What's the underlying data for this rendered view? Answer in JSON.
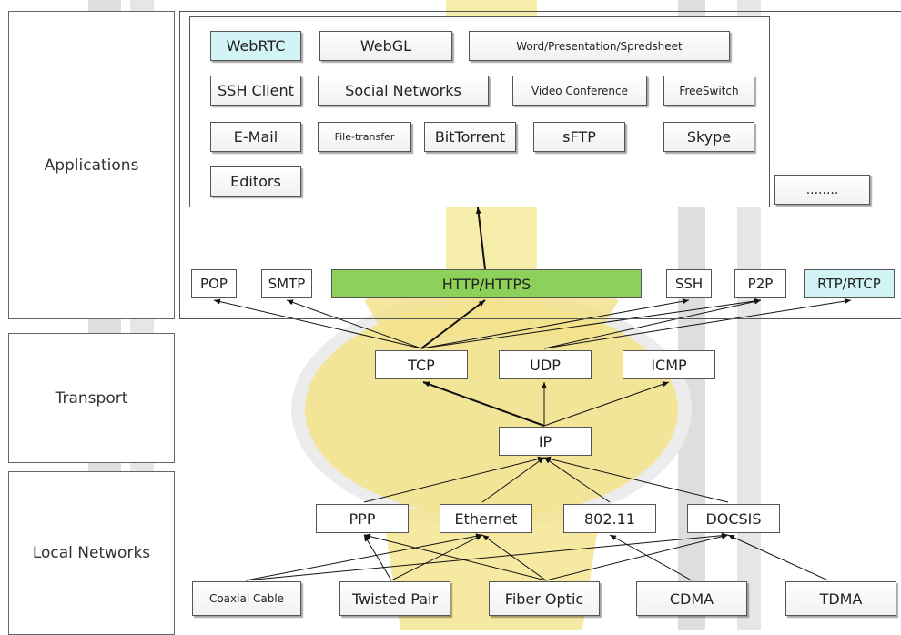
{
  "layers": {
    "applications": "Applications",
    "transport": "Transport",
    "local_networks": "Local Networks"
  },
  "apps": {
    "webrtc": "WebRTC",
    "webgl": "WebGL",
    "word": "Word/Presentation/Spredsheet",
    "ssh_client": "SSH Client",
    "social": "Social Networks",
    "video_conf": "Video Conference",
    "freeswitch": "FreeSwitch",
    "email": "E-Mail",
    "file_transfer": "File-transfer",
    "bittorrent": "BitTorrent",
    "sftp": "sFTP",
    "skype": "Skype",
    "editors": "Editors",
    "more": "........"
  },
  "protocols": {
    "pop": "POP",
    "smtp": "SMTP",
    "http": "HTTP/HTTPS",
    "ssh": "SSH",
    "p2p": "P2P",
    "rtp": "RTP/RTCP"
  },
  "transport": {
    "tcp": "TCP",
    "udp": "UDP",
    "icmp": "ICMP",
    "ip": "IP"
  },
  "link": {
    "ppp": "PPP",
    "ethernet": "Ethernet",
    "wifi": "802.11",
    "docsis": "DOCSIS"
  },
  "physical": {
    "coaxial": "Coaxial Cable",
    "twisted": "Twisted Pair",
    "fiber": "Fiber Optic",
    "cdma": "CDMA",
    "tdma": "TDMA"
  },
  "colors": {
    "http_fill": "#8dd15a",
    "highlight_cyan": "#d3f4f6",
    "watermark_yellow": "#f4e48a",
    "watermark_gray": "#dddddd"
  }
}
